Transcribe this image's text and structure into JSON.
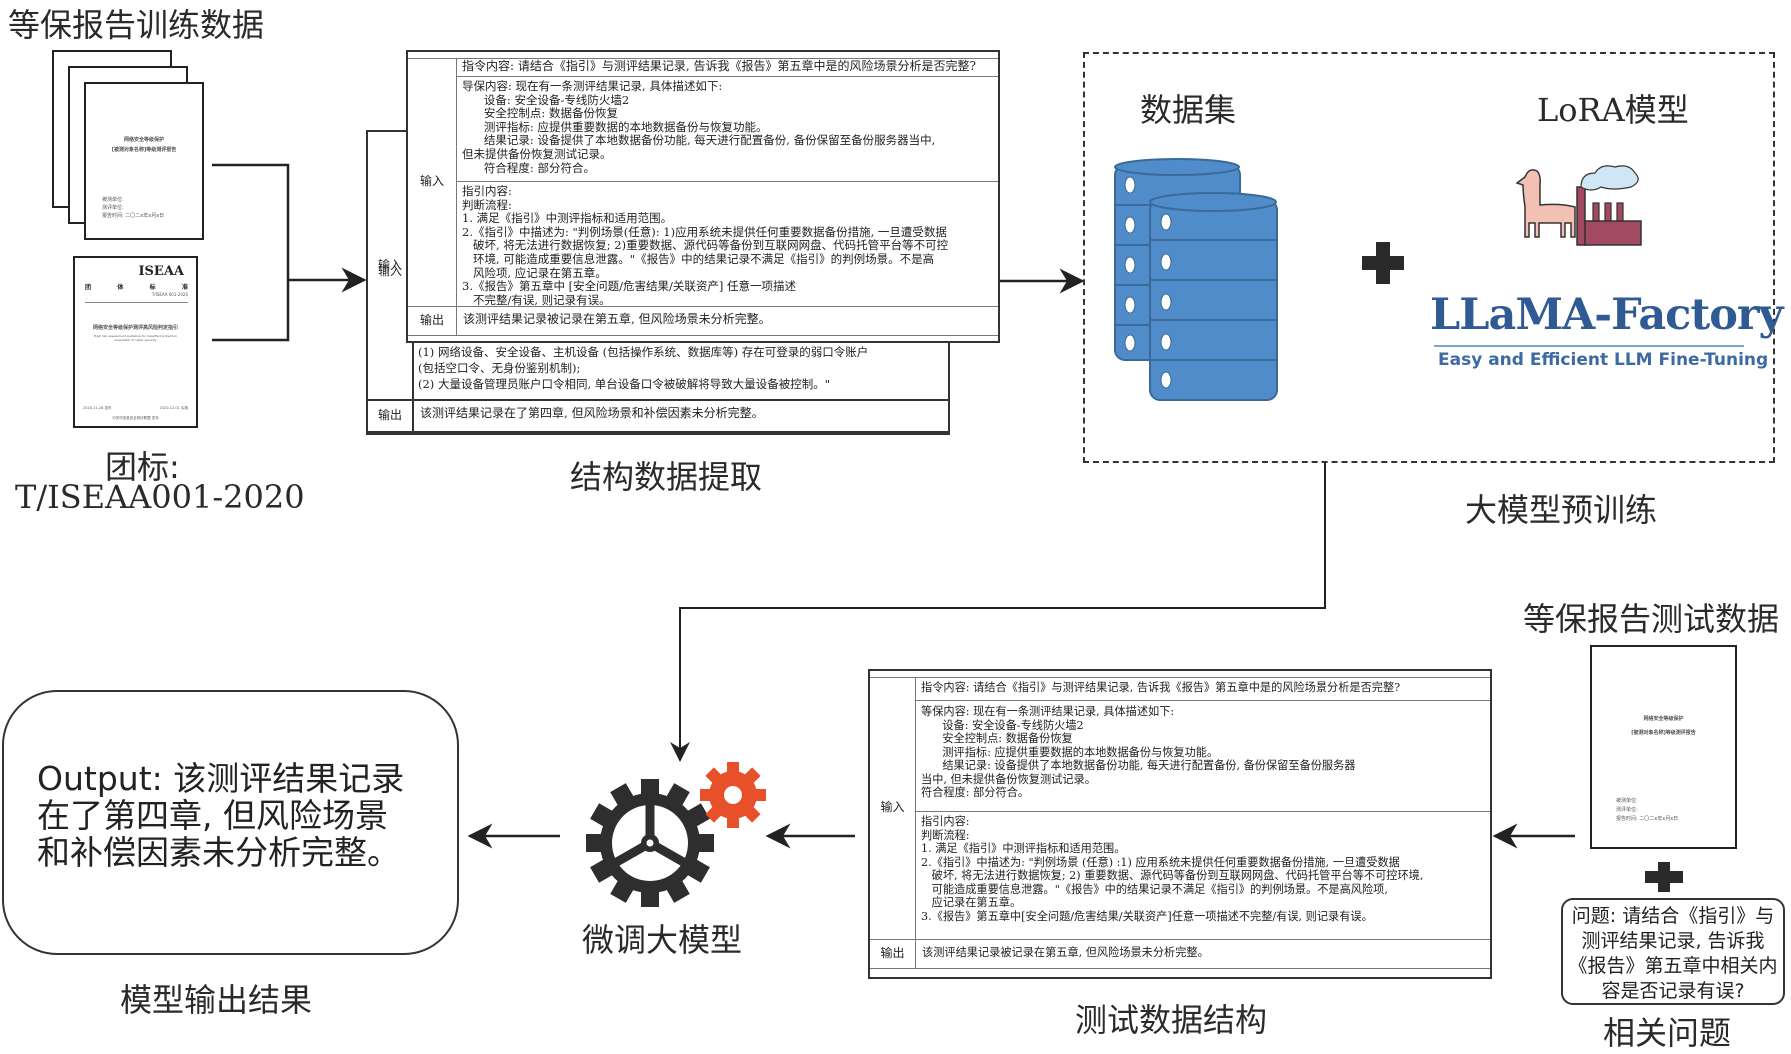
{
  "training": {
    "title": "等保报告训练数据",
    "report_doc": {
      "title_line1": "网络安全等级保护",
      "title_line2": "[被测对象名称]等级测评报告",
      "field1": "被测单位:",
      "field2": "测评单位:",
      "field3": "报告时间: 二〇二x年x月x日"
    },
    "standard_doc": {
      "brand": "ISEAA",
      "header": [
        "团",
        "体",
        "标",
        "准"
      ],
      "code": "T/ISEAA 001-2020",
      "title": "网络安全等级保护测评高风险判定指引",
      "subtitle": "High risk assessment guideline for classified protection evaluation of cyber security",
      "footer_left": "2020-11-28 发布",
      "footer_right": "2020-12-01 实施",
      "issuer": "中关村信息安全测评联盟  发布"
    },
    "standard_label_line1": "团标:",
    "standard_label_line2": "T/ISEAA001-2020"
  },
  "extraction": {
    "label": "结构数据提取",
    "front_table": {
      "outer_header": "输入",
      "input_header": "输入",
      "output_header": "输出",
      "instruction": "指令内容: 请结合《指引》与测评结果记录, 告诉我《报告》第五章中是的风险场景分析是否完整?",
      "record": "导保内容: 现在有一条测评结果记录, 具体描述如下:\n      设备: 安全设备-专线防火墙2\n      安全控制点: 数据备份恢复\n      测评指标: 应提供重要数据的本地数据备份与恢复功能。\n      结果记录: 设备提供了本地数据备份功能, 每天进行配置备份, 备份保留至备份服务器当中,\n但未提供备份恢复测试记录。\n      符合程度: 部分符合。",
      "guide": "指引内容:\n判断流程:\n1. 满足《指引》中测评指标和适用范围。\n2.《指引》中描述为: \"判例场景(任意): 1)应用系统未提供任何重要数据备份措施, 一旦遭受数据\n   破坏, 将无法进行数据恢复; 2)重要数据、源代码等备份到互联网网盘、代码托管平台等不可控\n   环境, 可能造成重要信息泄露。\"《报告》中的结果记录不满足《指引》的判例场景。不是高\n   风险项, 应记录在第五章。\n3.《报告》第五章中 [安全问题/危害结果/关联资产] 任意一项描述\n   不完整/有误, 则记录有误。",
      "output": "该测评结果记录被记录在第五章, 但风险场景未分析完整。"
    },
    "back_table": {
      "input_header": "输入",
      "output_header": "输出",
      "guide_tail": "(1) 网络设备、安全设备、主机设备 (包括操作系统、数据库等) 存在可登录的弱口令账户\n(包括空口令、无身份鉴别机制);\n(2) 大量设备管理员账户口令相同, 单台设备口令被破解将导致大量设备被控制。\"",
      "output": "该测评结果记录在了第四章, 但风险场景和补偿因素未分析完整。"
    }
  },
  "pretraining": {
    "dataset_label": "数据集",
    "model_label": "LoRA模型",
    "logo_title": "LLaMA-Factory",
    "logo_subtitle": "Easy and Efficient LLM Fine-Tuning",
    "caption": "大模型预训练",
    "colors": {
      "db_blue": "#4f8cc9",
      "logo_blue": "#2f5a94",
      "gear_orange": "#e8502a"
    }
  },
  "testing": {
    "title": "等保报告测试数据",
    "report_doc": {
      "title_line1": "网络安全等级保护",
      "title_line2": "[被测对象名称]等级测评报告",
      "field1": "被测单位:",
      "field2": "测评单位:",
      "field3": "报告时间: 二〇二x年x月x日"
    },
    "question": "问题: 请结合《指引》与测评结果记录, 告诉我《报告》第五章中相关内容是否记录有误?",
    "question_label": "相关问题",
    "structure_label": "测试数据结构",
    "table": {
      "input_header": "输入",
      "output_header": "输出",
      "instruction": "指令内容: 请结合《指引》与测评结果记录, 告诉我《报告》第五章中是的风险场景分析是否完整?",
      "record": "等保内容: 现在有一条测评结果记录, 具体描述如下:\n      设备: 安全设备-专线防火墙2\n      安全控制点: 数据备份恢复\n      测评指标: 应提供重要数据的本地数据备份与恢复功能。\n      结果记录: 设备提供了本地数据备份功能, 每天进行配置备份, 备份保留至备份服务器\n当中, 但未提供备份恢复测试记录。\n符合程度: 部分符合。",
      "guide": "指引内容:\n判断流程:\n1. 满足《指引》中测评指标和适用范围。\n2.《指引》中描述为: \"判例场景 (任意) :1) 应用系统未提供任何重要数据备份措施, 一旦遭受数据\n   破坏, 将无法进行数据恢复; 2) 重要数据、源代码等备份到互联网网盘、代码托管平台等不可控环境,\n   可能造成重要信息泄露。\"《报告》中的结果记录不满足《指引》的判例场景。不是高风险项,\n   应记录在第五章。\n3.《报告》第五章中[安全问题/危害结果/关联资产]任意一项描述不完整/有误, 则记录有误。",
      "output": "该测评结果记录被记录在第五章, 但风险场景未分析完整。"
    }
  },
  "finetune": {
    "label": "微调大模型"
  },
  "result": {
    "output_text": "Output: 该测评结果记录在了第四章, 但风险场景和补偿因素未分析完整。",
    "label": "模型输出结果"
  }
}
